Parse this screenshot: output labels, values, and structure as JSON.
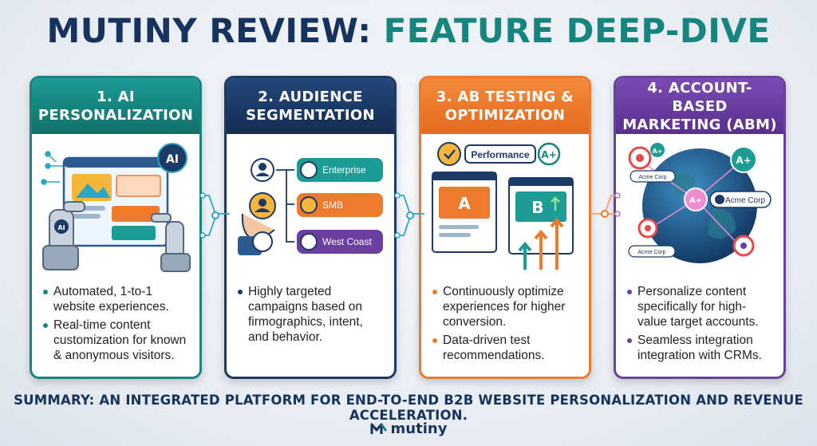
{
  "title": {
    "part1": "MUTINY REVIEW:",
    "part2": "FEATURE DEEP-DIVE"
  },
  "cards": [
    {
      "heading": "1. AI PERSONALIZATION",
      "accent": "#16857f",
      "art_labels": {
        "badge": "AI",
        "hand": "AI"
      },
      "bullets": [
        "Automated, 1-to-1 website experiences.",
        "Real-time content customization for known & anonymous visitors."
      ]
    },
    {
      "heading": "2. AUDIENCE SEGMENTATION",
      "accent": "#1b3a66",
      "segments": [
        "Enterprise",
        "SMB",
        "West Coast"
      ],
      "bullets": [
        "Highly targeted campaigns based on firmographics, intent, and behavior."
      ]
    },
    {
      "heading": "3. AB TESTING & OPTIMIZATION",
      "accent": "#ee7a2e",
      "art_labels": {
        "performance": "Performance",
        "grade": "A+",
        "variant_a": "A",
        "variant_b": "B"
      },
      "bullets": [
        "Continuously optimize experiences for higher conversion.",
        "Data-driven test recommendations."
      ]
    },
    {
      "heading": "4. ACCOUNT-BASED MARKETING (ABM)",
      "accent": "#6b3fa0",
      "art_labels": {
        "grade_top_left": "A+",
        "grade_top_right": "A+",
        "grade_center": "A+",
        "account_main": "Acme Corp",
        "account_small_top": "Acme Corp",
        "account_small_bottom": "Acme Corp"
      },
      "bullets": [
        "Personalize content specifically for high-value target accounts.",
        "Seamless integration integration with CRMs."
      ]
    }
  ],
  "summary": "SUMMARY: AN INTEGRATED PLATFORM FOR END-TO-END B2B WEBSITE PERSONALIZATION AND REVENUE ACCELERATION.",
  "brand": {
    "name": "mutiny"
  }
}
